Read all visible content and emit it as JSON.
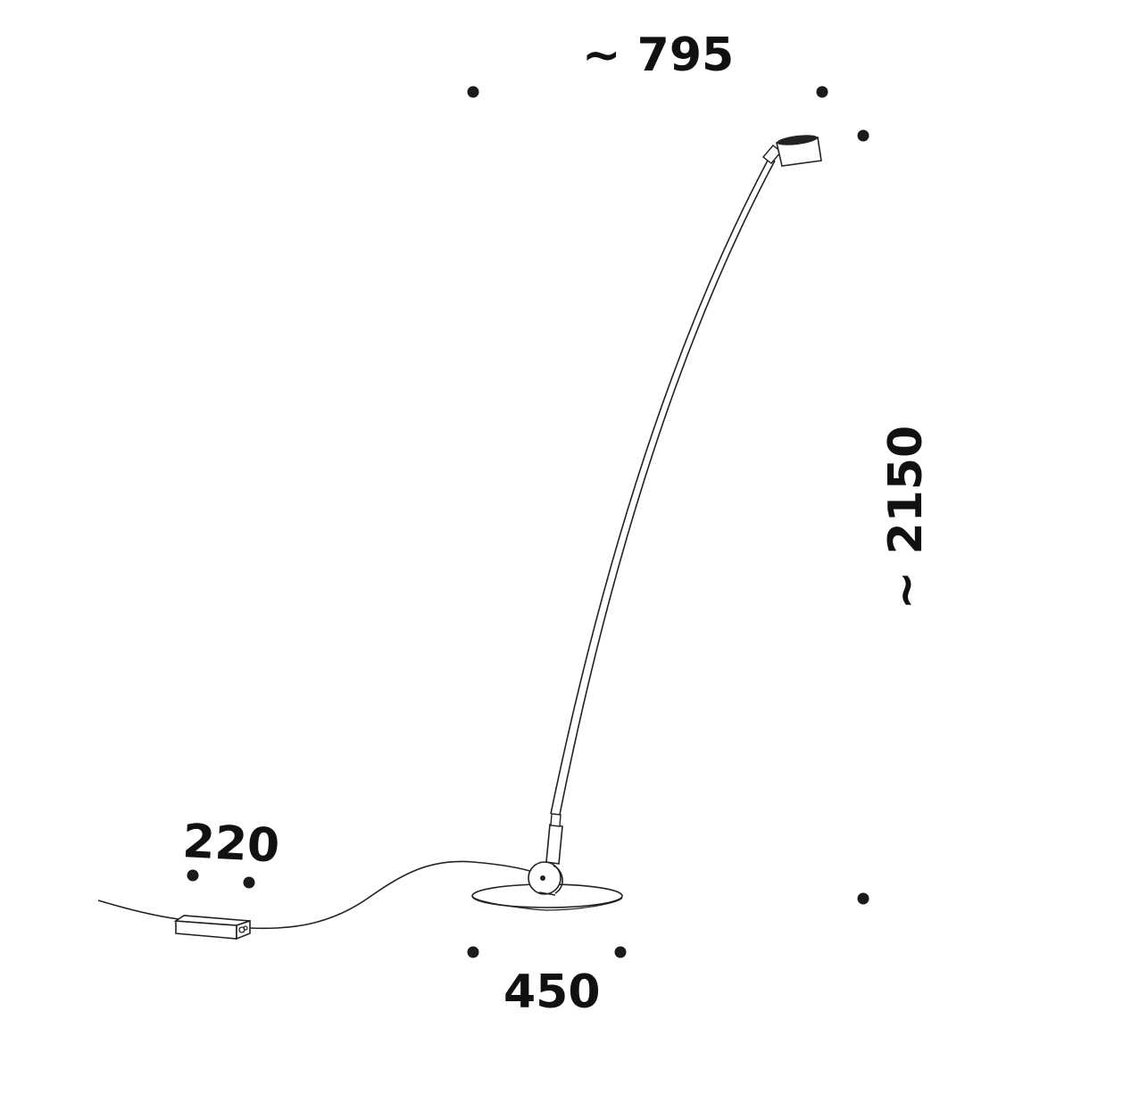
{
  "dimensions": {
    "overall_width": "~ 795",
    "overall_height": "~ 2150",
    "base_diameter": "450",
    "driver_length": "220"
  },
  "colors": {
    "line": "#222222",
    "text": "#111111",
    "background": "#ffffff"
  }
}
